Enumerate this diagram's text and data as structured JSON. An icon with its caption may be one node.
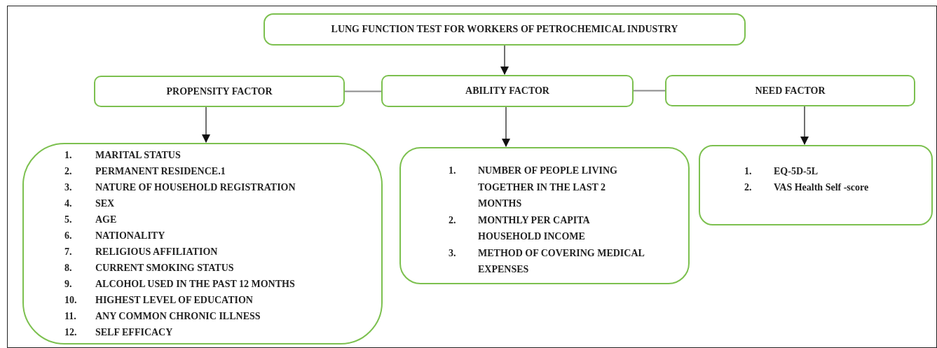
{
  "diagram": {
    "nodes": [
      {
        "text": [
          "LUNG FUNCTION TEST FOR WORKERS OF PETROCHEMICAL INDUSTRY"
        ]
      },
      {
        "text": [
          "PROPENSITY FACTOR"
        ]
      },
      {
        "text": [
          "ABILITY FACTOR"
        ]
      },
      {
        "text": [
          "NEED FACTOR"
        ]
      },
      {
        "text": [
          "1.",
          "MARITAL STATUS",
          "2.",
          "PERMANENT RESIDENCE.1",
          "3.",
          "NATURE OF HOUSEHOLD REGISTRATION",
          "4.",
          "SEX",
          "5.",
          "AGE",
          "6.",
          "NATIONALITY",
          "7.",
          "RELIGIOUS AFFILIATION",
          "8.",
          "CURRENT SMOKING STATUS",
          "9.",
          "ALCOHOL USED IN THE PAST 12 MONTHS",
          "10.",
          "HIGHEST LEVEL OF EDUCATION",
          "11.",
          "ANY COMMON CHRONIC ILLNESS",
          "12.",
          "SELF EFFICACY"
        ]
      },
      {
        "text": [
          "1.",
          "NUMBER OF PEOPLE LIVING TOGETHER IN THE LAST 2 MONTHS",
          "2.",
          "MONTHLY PER CAPITA HOUSEHOLD INCOME",
          "3.",
          "METHOD OF COVERING MEDICAL EXPENSES"
        ]
      },
      {
        "text": [
          "1.",
          "EQ-5D-5L",
          "2.",
          "VAS Health Self -score"
        ]
      }
    ],
    "edges": [
      {
        "from": 0,
        "to": 2,
        "arrow": "to"
      },
      {
        "from": 1,
        "to": 2,
        "arrow": "none",
        "color": "#8c8c8c"
      },
      {
        "from": 2,
        "to": 3,
        "arrow": "none",
        "color": "#8c8c8c"
      },
      {
        "from": 1,
        "to": 4,
        "arrow": "to"
      },
      {
        "from": 2,
        "to": 5,
        "arrow": "to"
      },
      {
        "from": 3,
        "to": 6,
        "arrow": "to"
      }
    ]
  }
}
